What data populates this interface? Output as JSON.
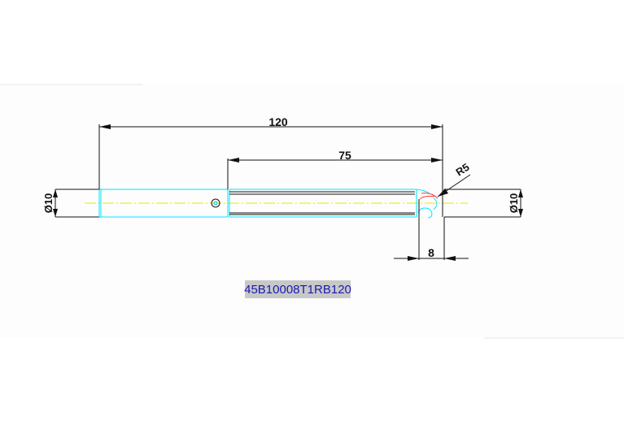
{
  "drawing": {
    "dim_overall": "120",
    "dim_slot": "75",
    "dim_radius": "R5",
    "dim_tip": "8",
    "dia_left": "Ø10",
    "dia_right": "Ø10",
    "part_number": "45B10008T1RB120"
  },
  "colors": {
    "line": "#111111",
    "part_outline": "#00e5ff",
    "centerline": "#e6e600",
    "radius_arc": "#ff3b3b",
    "part_number_text": "#1a1ab4",
    "part_number_bg": "#c8c8c8"
  }
}
